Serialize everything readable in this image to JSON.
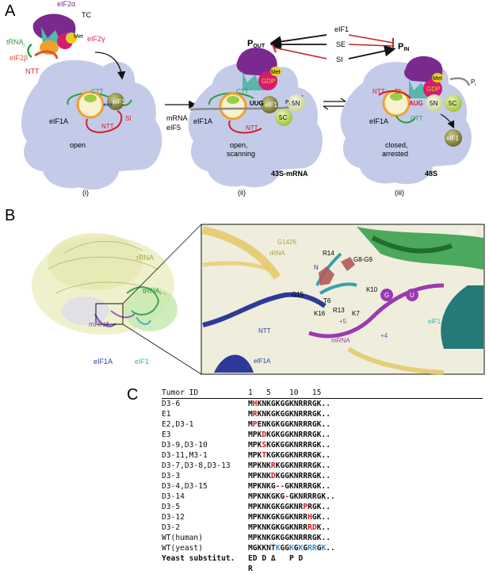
{
  "panelA": {
    "letter": "A",
    "tc": "TC",
    "eif2a": "eIF2α",
    "trna": "tRNA",
    "trna_sub": "i",
    "eif2g": "eIF2γ",
    "eif2b": "eIF2β",
    "ntt": "NTT",
    "met": "Met",
    "ctt": "CTT",
    "eif1": "eIF1",
    "si": "SI",
    "eif1a": "eIF1A",
    "open": "open",
    "i": "(i)",
    "arrow_mrna": "mRNA",
    "arrow_eif5": "eIF5",
    "pout": "P",
    "pout_sub": "OUT",
    "pin": "P",
    "pin_sub": "IN",
    "eif1_mid": "eIF1",
    "se": "SE",
    "si_mid": "SI",
    "uug": "UUG",
    "gdp": "GDP",
    "pi": "P",
    "pi_sub": "i",
    "sn": "5N",
    "sc": "5C",
    "open_scanning_1": "open,",
    "open_scanning_2": "scanning",
    "ii": "(ii)",
    "mrna43s": "43S-mRNA",
    "aug": "AUG",
    "closed_1": "closed,",
    "closed_2": "arrested",
    "iii": "(iii)",
    "s48": "48S"
  },
  "panelB": {
    "letter": "B",
    "rrna": "rRNA",
    "trna": "tRNA",
    "trna_sub": "i",
    "mrna": "mRNA",
    "eif1a": "eIF1A",
    "eif1": "eIF1",
    "z_rrna": "rRNA",
    "z_g1426": "G1426",
    "z_trna": "tRNA",
    "z_r14": "R14",
    "z_g8g9": "G8-G9",
    "z_n": "N",
    "z_k10": "K10",
    "z_g15": "G15",
    "z_t6": "T6",
    "z_k16": "K16",
    "z_r13": "R13",
    "z_k7": "K7",
    "z_p5": "+5",
    "z_ntt": "NTT",
    "z_mrna": "mRNA",
    "z_p4": "+4",
    "z_eif1a": "eIF1A",
    "z_eif1": "eIF1",
    "z_g": "G",
    "z_u": "U"
  },
  "panelC": {
    "letter": "C",
    "header_id": "Tumor ID",
    "header_pos": "1   5    10   15",
    "rows": [
      {
        "id": "D3-6",
        "seq": [
          [
            "M",
            ""
          ],
          [
            "H",
            "red"
          ],
          [
            "KNKGKGGKNRRRGK..",
            ""
          ]
        ]
      },
      {
        "id": "E1",
        "seq": [
          [
            "M",
            ""
          ],
          [
            "R",
            "red"
          ],
          [
            "KNKGKGGKNRRRGK..",
            ""
          ]
        ]
      },
      {
        "id": "E2,D3-1",
        "seq": [
          [
            "M",
            ""
          ],
          [
            "P",
            "red"
          ],
          [
            "ENKGKGGKNRRRGK..",
            ""
          ]
        ]
      },
      {
        "id": "E3",
        "seq": [
          [
            "MPK",
            ""
          ],
          [
            "D",
            "red"
          ],
          [
            "KGKGGKNRRRGK..",
            ""
          ]
        ]
      },
      {
        "id": "D3-9,D3-10",
        "seq": [
          [
            "MPK",
            ""
          ],
          [
            "S",
            "red"
          ],
          [
            "KGKGGKNRRRGK..",
            ""
          ]
        ]
      },
      {
        "id": "D3-11,M3-1",
        "seq": [
          [
            "MPK",
            ""
          ],
          [
            "T",
            "red"
          ],
          [
            "KGKGGKNRRRGK..",
            ""
          ]
        ]
      },
      {
        "id": "D3-7,D3-8,D3-13",
        "seq": [
          [
            "MPKNK",
            ""
          ],
          [
            "R",
            "red"
          ],
          [
            "KGGKNRRRGK..",
            ""
          ]
        ]
      },
      {
        "id": "D3-3",
        "seq": [
          [
            "MPKNK",
            ""
          ],
          [
            "D",
            "red"
          ],
          [
            "KGGKNRRRGK..",
            ""
          ]
        ]
      },
      {
        "id": "D3-4,D3-15",
        "seq": [
          [
            "MPKNKG",
            ""
          ],
          [
            "--",
            "red"
          ],
          [
            "GKNRRRGK..",
            ""
          ]
        ]
      },
      {
        "id": "D3-14",
        "seq": [
          [
            "MPKNKGKG",
            ""
          ],
          [
            "-",
            "red"
          ],
          [
            "GKNRRRGK..",
            ""
          ]
        ]
      },
      {
        "id": "D3-5",
        "seq": [
          [
            "MPKNKGKGGKNR",
            ""
          ],
          [
            "P",
            "red"
          ],
          [
            "RGK..",
            ""
          ]
        ]
      },
      {
        "id": "D3-12",
        "seq": [
          [
            "MPKNKGKGGKNRR",
            ""
          ],
          [
            "H",
            "red"
          ],
          [
            "GK..",
            ""
          ]
        ]
      },
      {
        "id": "D3-2",
        "seq": [
          [
            "MPKNKGKGGKNRR",
            ""
          ],
          [
            "RD",
            "red"
          ],
          [
            "K..",
            ""
          ]
        ]
      },
      {
        "id": "WT(human)",
        "seq": [
          [
            "MPKNKGKGGKNRRRGK..",
            ""
          ]
        ]
      },
      {
        "id": "WT(yeast)",
        "seq": [
          [
            "MGKKNT",
            ""
          ],
          [
            "K",
            "blue"
          ],
          [
            "GG",
            ""
          ],
          [
            "K",
            "blue"
          ],
          [
            "G",
            ""
          ],
          [
            "K",
            "blue"
          ],
          [
            "G",
            ""
          ],
          [
            "R",
            "blue"
          ],
          [
            "R",
            "blue"
          ],
          [
            "G",
            ""
          ],
          [
            "K",
            "blue"
          ],
          [
            "..",
            ""
          ]
        ]
      }
    ],
    "subst_label": "Yeast substitut.",
    "subst_line1": "ED D Δ   P D",
    "subst_line2": "R"
  }
}
